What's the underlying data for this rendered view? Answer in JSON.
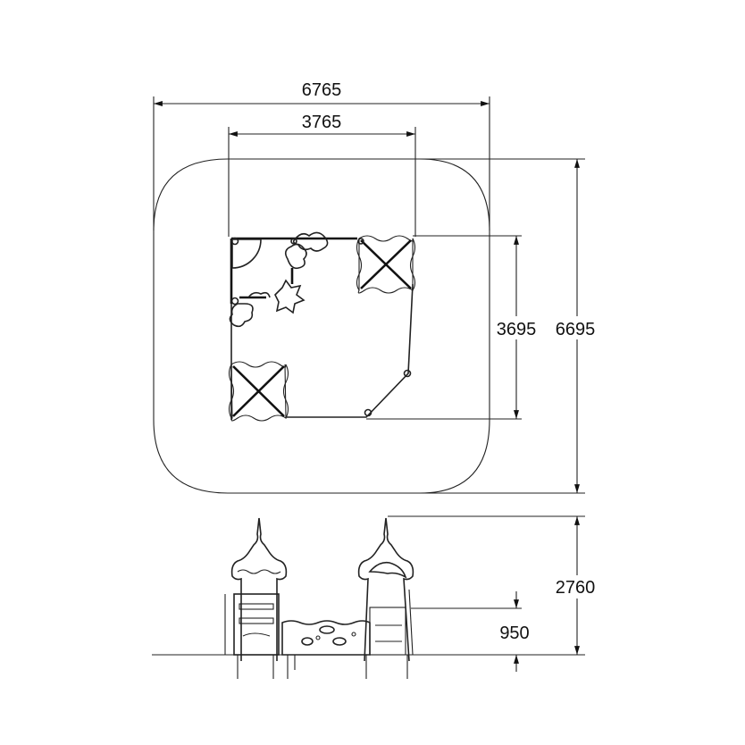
{
  "dimensions": {
    "overall_width": "6765",
    "inner_width": "3765",
    "inner_depth": "3695",
    "overall_depth": "6695",
    "total_height": "2760",
    "platform_height": "950"
  }
}
